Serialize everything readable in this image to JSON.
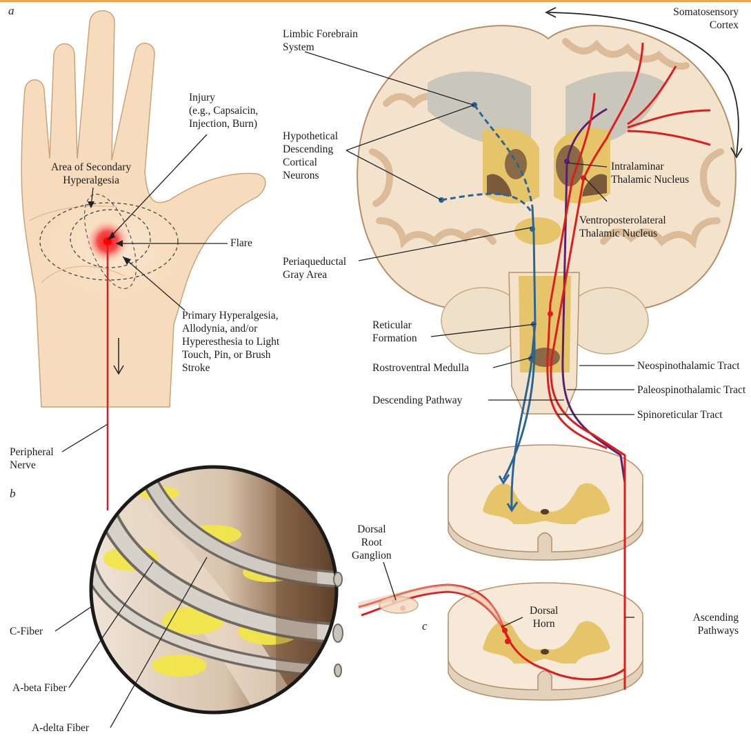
{
  "panels": {
    "a": "a",
    "b": "b",
    "c": "c"
  },
  "labels": {
    "limbic": "Limbic Forebrain\nSystem",
    "somatosensory": "Somatosensory\nCortex",
    "injury": "Injury\n(e.g., Capsaicin,\nInjection, Burn)",
    "hypothetical": "Hypothetical\nDescending\nCortical\nNeurons",
    "secondary": "Area of Secondary\nHyperalgesia",
    "intralaminar": "Intralaminar\nThalamic Nucleus",
    "ventroposterolateral": "Ventroposterolateral\nThalamic Nucleus",
    "flare": "Flare",
    "periaqueductal": "Periaqueductal\nGray Area",
    "primary": "Primary Hyperalgesia,\nAllodynia, and/or\nHyperesthesia to Light\nTouch, Pin, or Brush\nStroke",
    "reticular": "Reticular\nFormation",
    "rostroventral": "Rostroventral Medulla",
    "neospinothalamic": "Neospinothalamic Tract",
    "paleospinothalamic": "Paleospinothalamic Tract",
    "descending_pathway": "Descending Pathway",
    "spinoreticular": "Spinoreticular Tract",
    "peripheral_nerve": "Peripheral\nNerve",
    "dorsal_root_ganglion": "Dorsal\nRoot\nGanglion",
    "dorsal_horn": "Dorsal\nHorn",
    "ascending": "Ascending\nPathways",
    "c_fiber": "C-Fiber",
    "a_beta": "A-beta Fiber",
    "a_delta": "A-delta Fiber"
  },
  "colors": {
    "ascending_red": "#e11b1b",
    "descending_blue": "#2a6496",
    "spinoreticular_purple": "#5b1f6e",
    "skin": "#f6dcbc",
    "brain_tissue": "#f3e3cc",
    "gray_matter": "#e6c56a",
    "fiber_yellow": "#f2e64a"
  }
}
